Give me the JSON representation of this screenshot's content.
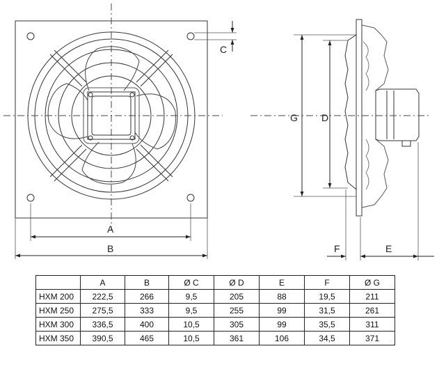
{
  "front_view": {
    "label_a": "A",
    "label_b": "B",
    "label_c": "C"
  },
  "side_view": {
    "label_g": "G",
    "label_d": "D",
    "label_f": "F",
    "label_e": "E"
  },
  "table": {
    "headers": [
      "",
      "A",
      "B",
      "Ø C",
      "Ø D",
      "E",
      "F",
      "Ø G"
    ],
    "rows": [
      [
        "HXM 200",
        "222,5",
        "266",
        "9,5",
        "205",
        "88",
        "19,5",
        "211"
      ],
      [
        "HXM 250",
        "275,5",
        "333",
        "9,5",
        "255",
        "99",
        "31,5",
        "261"
      ],
      [
        "HXM 300",
        "336,5",
        "400",
        "10,5",
        "305",
        "99",
        "35,5",
        "311"
      ],
      [
        "HXM 350",
        "390,5",
        "465",
        "10,5",
        "361",
        "106",
        "34,5",
        "371"
      ]
    ]
  }
}
